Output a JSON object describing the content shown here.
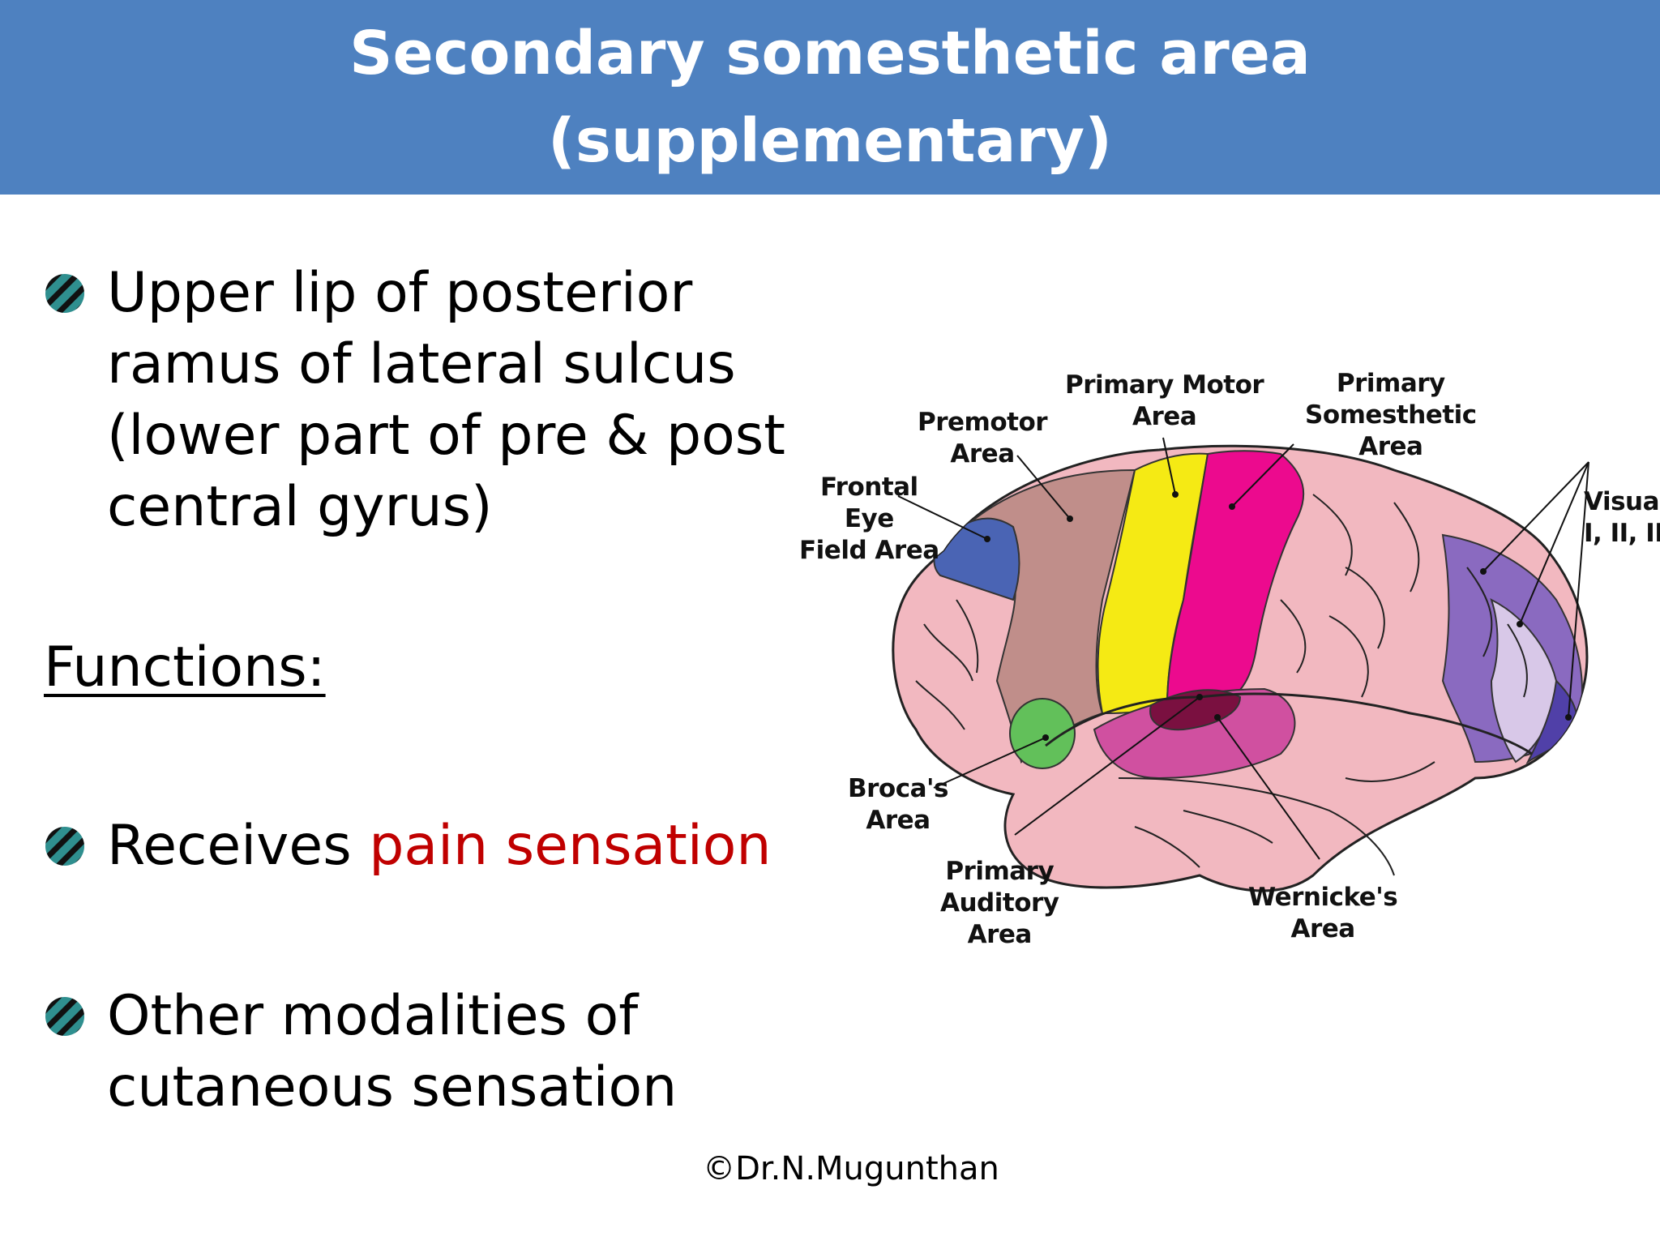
{
  "title": {
    "line1": "Secondary somesthetic area",
    "line2": "(supplementary)"
  },
  "bullets": [
    {
      "lines": [
        "Upper lip of posterior",
        "ramus of lateral sulcus",
        "(lower part of pre & post",
        "central gyrus)"
      ]
    },
    {
      "prefix": "Receives ",
      "highlight": "pain sensation"
    },
    {
      "lines": [
        "Other modalities of",
        "cutaneous sensation"
      ]
    }
  ],
  "functions_heading": "Functions:",
  "credit": "©Dr.N.Mugunthan",
  "diagram_labels": {
    "frontal_eye_field": [
      "Frontal",
      "Eye",
      "Field Area"
    ],
    "premotor": [
      "Premotor",
      "Area"
    ],
    "primary_motor": [
      "Primary Motor",
      "Area"
    ],
    "primary_somesthetic": [
      "Primary",
      "Somesthetic",
      "Area"
    ],
    "visual": [
      "Visual",
      "I, II, III"
    ],
    "brocas": [
      "Broca's",
      "Area"
    ],
    "primary_auditory": [
      "Primary",
      "Auditory",
      "Area"
    ],
    "wernickes": [
      "Wernicke's",
      "Area"
    ]
  },
  "colors": {
    "title_bar": "#4e81c0",
    "highlight": "#c00000",
    "cortex": "#f2b8c0",
    "premotor": "#c08e8a",
    "primary_motor": "#f5ea14",
    "somesthetic": "#ec0a8e",
    "frontal_eye_field": "#4a64b4",
    "brocas": "#62c05a",
    "auditory": "#7a1040",
    "wernickes": "#d050a0",
    "visual_outer": "#8a6ac0",
    "visual_inner": "#d8c8e8",
    "visual_edge": "#5040a8"
  },
  "icons": [
    "bullet-icon"
  ]
}
